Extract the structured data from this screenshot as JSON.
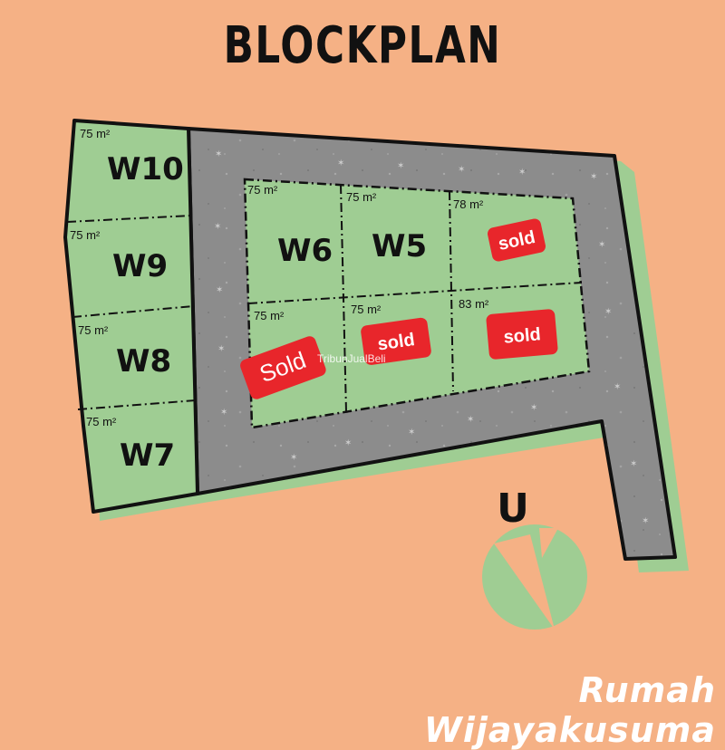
{
  "title": "BLOCKPLAN",
  "footer": "Rumah Wijayakusuma",
  "watermark": "TribunJualBeli",
  "compass": {
    "label": "U",
    "icon": "north-arrow-icon"
  },
  "colors": {
    "background": "#f5b185",
    "plot": "#9fcd93",
    "road": "#8f8f8f",
    "sold_badge": "#e8262b"
  },
  "plots": [
    {
      "id": "W10",
      "name": "W10",
      "area": "75 m²"
    },
    {
      "id": "W9",
      "name": "W9",
      "area": "75 m²"
    },
    {
      "id": "W8",
      "name": "W8",
      "area": "75 m²"
    },
    {
      "id": "W7",
      "name": "W7",
      "area": "75 m²"
    },
    {
      "id": "W6",
      "name": "W6",
      "area": "75 m²"
    },
    {
      "id": "W5",
      "name": "W5",
      "area": "75 m²"
    },
    {
      "id": "top-right",
      "name": "",
      "area": "78 m²",
      "status": "sold"
    },
    {
      "id": "bottom-left",
      "name": "",
      "area": "75 m²",
      "status": "Sold"
    },
    {
      "id": "bottom-mid",
      "name": "",
      "area": "75 m²",
      "status": "sold"
    },
    {
      "id": "bottom-right",
      "name": "",
      "area": "83 m²",
      "status": "sold"
    }
  ]
}
